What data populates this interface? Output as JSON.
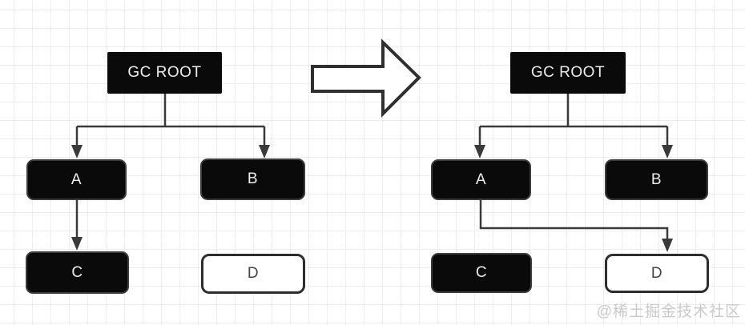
{
  "title": "gc-root-reachability-diagram",
  "watermark": {
    "text": "@稀土掘金技术社区"
  },
  "colors": {
    "node_fill": "#0a0a0a",
    "node_text": "#ededed",
    "outline_node_fill": "#ffffff",
    "outline_node_text": "#444444",
    "edge": "#3a3a3a",
    "grid_line": "#ededed",
    "watermark": "#c9c9c9",
    "background": "#ffffff"
  },
  "transition_arrow": {
    "direction": "right",
    "style": "white fill, dark outline"
  },
  "trees": [
    {
      "name": "before",
      "root_label": "GC ROOT",
      "nodes": [
        {
          "label": "A",
          "filled": true
        },
        {
          "label": "B",
          "filled": true
        },
        {
          "label": "C",
          "filled": true
        },
        {
          "label": "D",
          "filled": false
        }
      ],
      "edges": [
        "GC ROOT→A",
        "GC ROOT→B",
        "A→C"
      ]
    },
    {
      "name": "after",
      "root_label": "GC ROOT",
      "nodes": [
        {
          "label": "A",
          "filled": true
        },
        {
          "label": "B",
          "filled": true
        },
        {
          "label": "C",
          "filled": true
        },
        {
          "label": "D",
          "filled": false
        }
      ],
      "edges": [
        "GC ROOT→A",
        "GC ROOT→B",
        "A→D"
      ]
    }
  ]
}
